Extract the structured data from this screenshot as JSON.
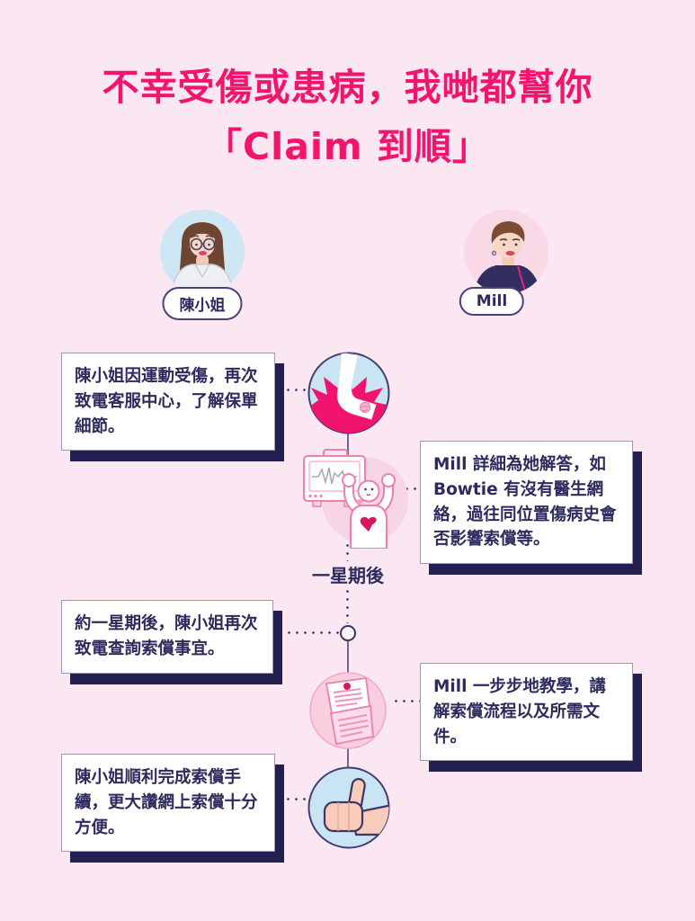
{
  "title": {
    "line1": "不幸受傷或患病，我哋都幫你",
    "line2": "「Claim 到順」"
  },
  "characters": {
    "left": {
      "name": "陳小姐"
    },
    "right": {
      "name": "Mill"
    }
  },
  "timeline": {
    "separator_label": "一星期後",
    "steps": [
      {
        "side": "left",
        "speaker": "陳小姐",
        "icon": "sprained-ankle-icon",
        "text": "陳小姐因運動受傷，再次致電客服中心，了解保單細節。"
      },
      {
        "side": "right",
        "speaker": "Mill",
        "icon": "health-monitor-icon",
        "text": "Mill 詳細為她解答，如 Bowtie 有沒有醫生網絡，過往同位置傷病史會否影響索償等。"
      },
      {
        "side": "left",
        "speaker": "陳小姐",
        "icon": "timeline-node",
        "text": "約一星期後，陳小姐再次致電查詢索償事宜。"
      },
      {
        "side": "right",
        "speaker": "Mill",
        "icon": "claim-letter-icon",
        "text": "Mill 一步步地教學，講解索償流程以及所需文件。"
      },
      {
        "side": "left",
        "speaker": "陳小姐",
        "icon": "thumbs-up-icon",
        "text": "陳小姐順利完成索償手續，更大讚網上索償十分方便。"
      }
    ]
  },
  "colors": {
    "background": "#FBE7F1",
    "title_pink": "#F3146E",
    "text_navy": "#2D2A5E",
    "shadow_navy": "#232051",
    "line_purple": "#6F6894",
    "blue_circle": "#C9E4F2",
    "pink_circle": "#F8D5E4",
    "icon_pink_outline": "#EF7FAD",
    "heart_red": "#D8155F"
  }
}
